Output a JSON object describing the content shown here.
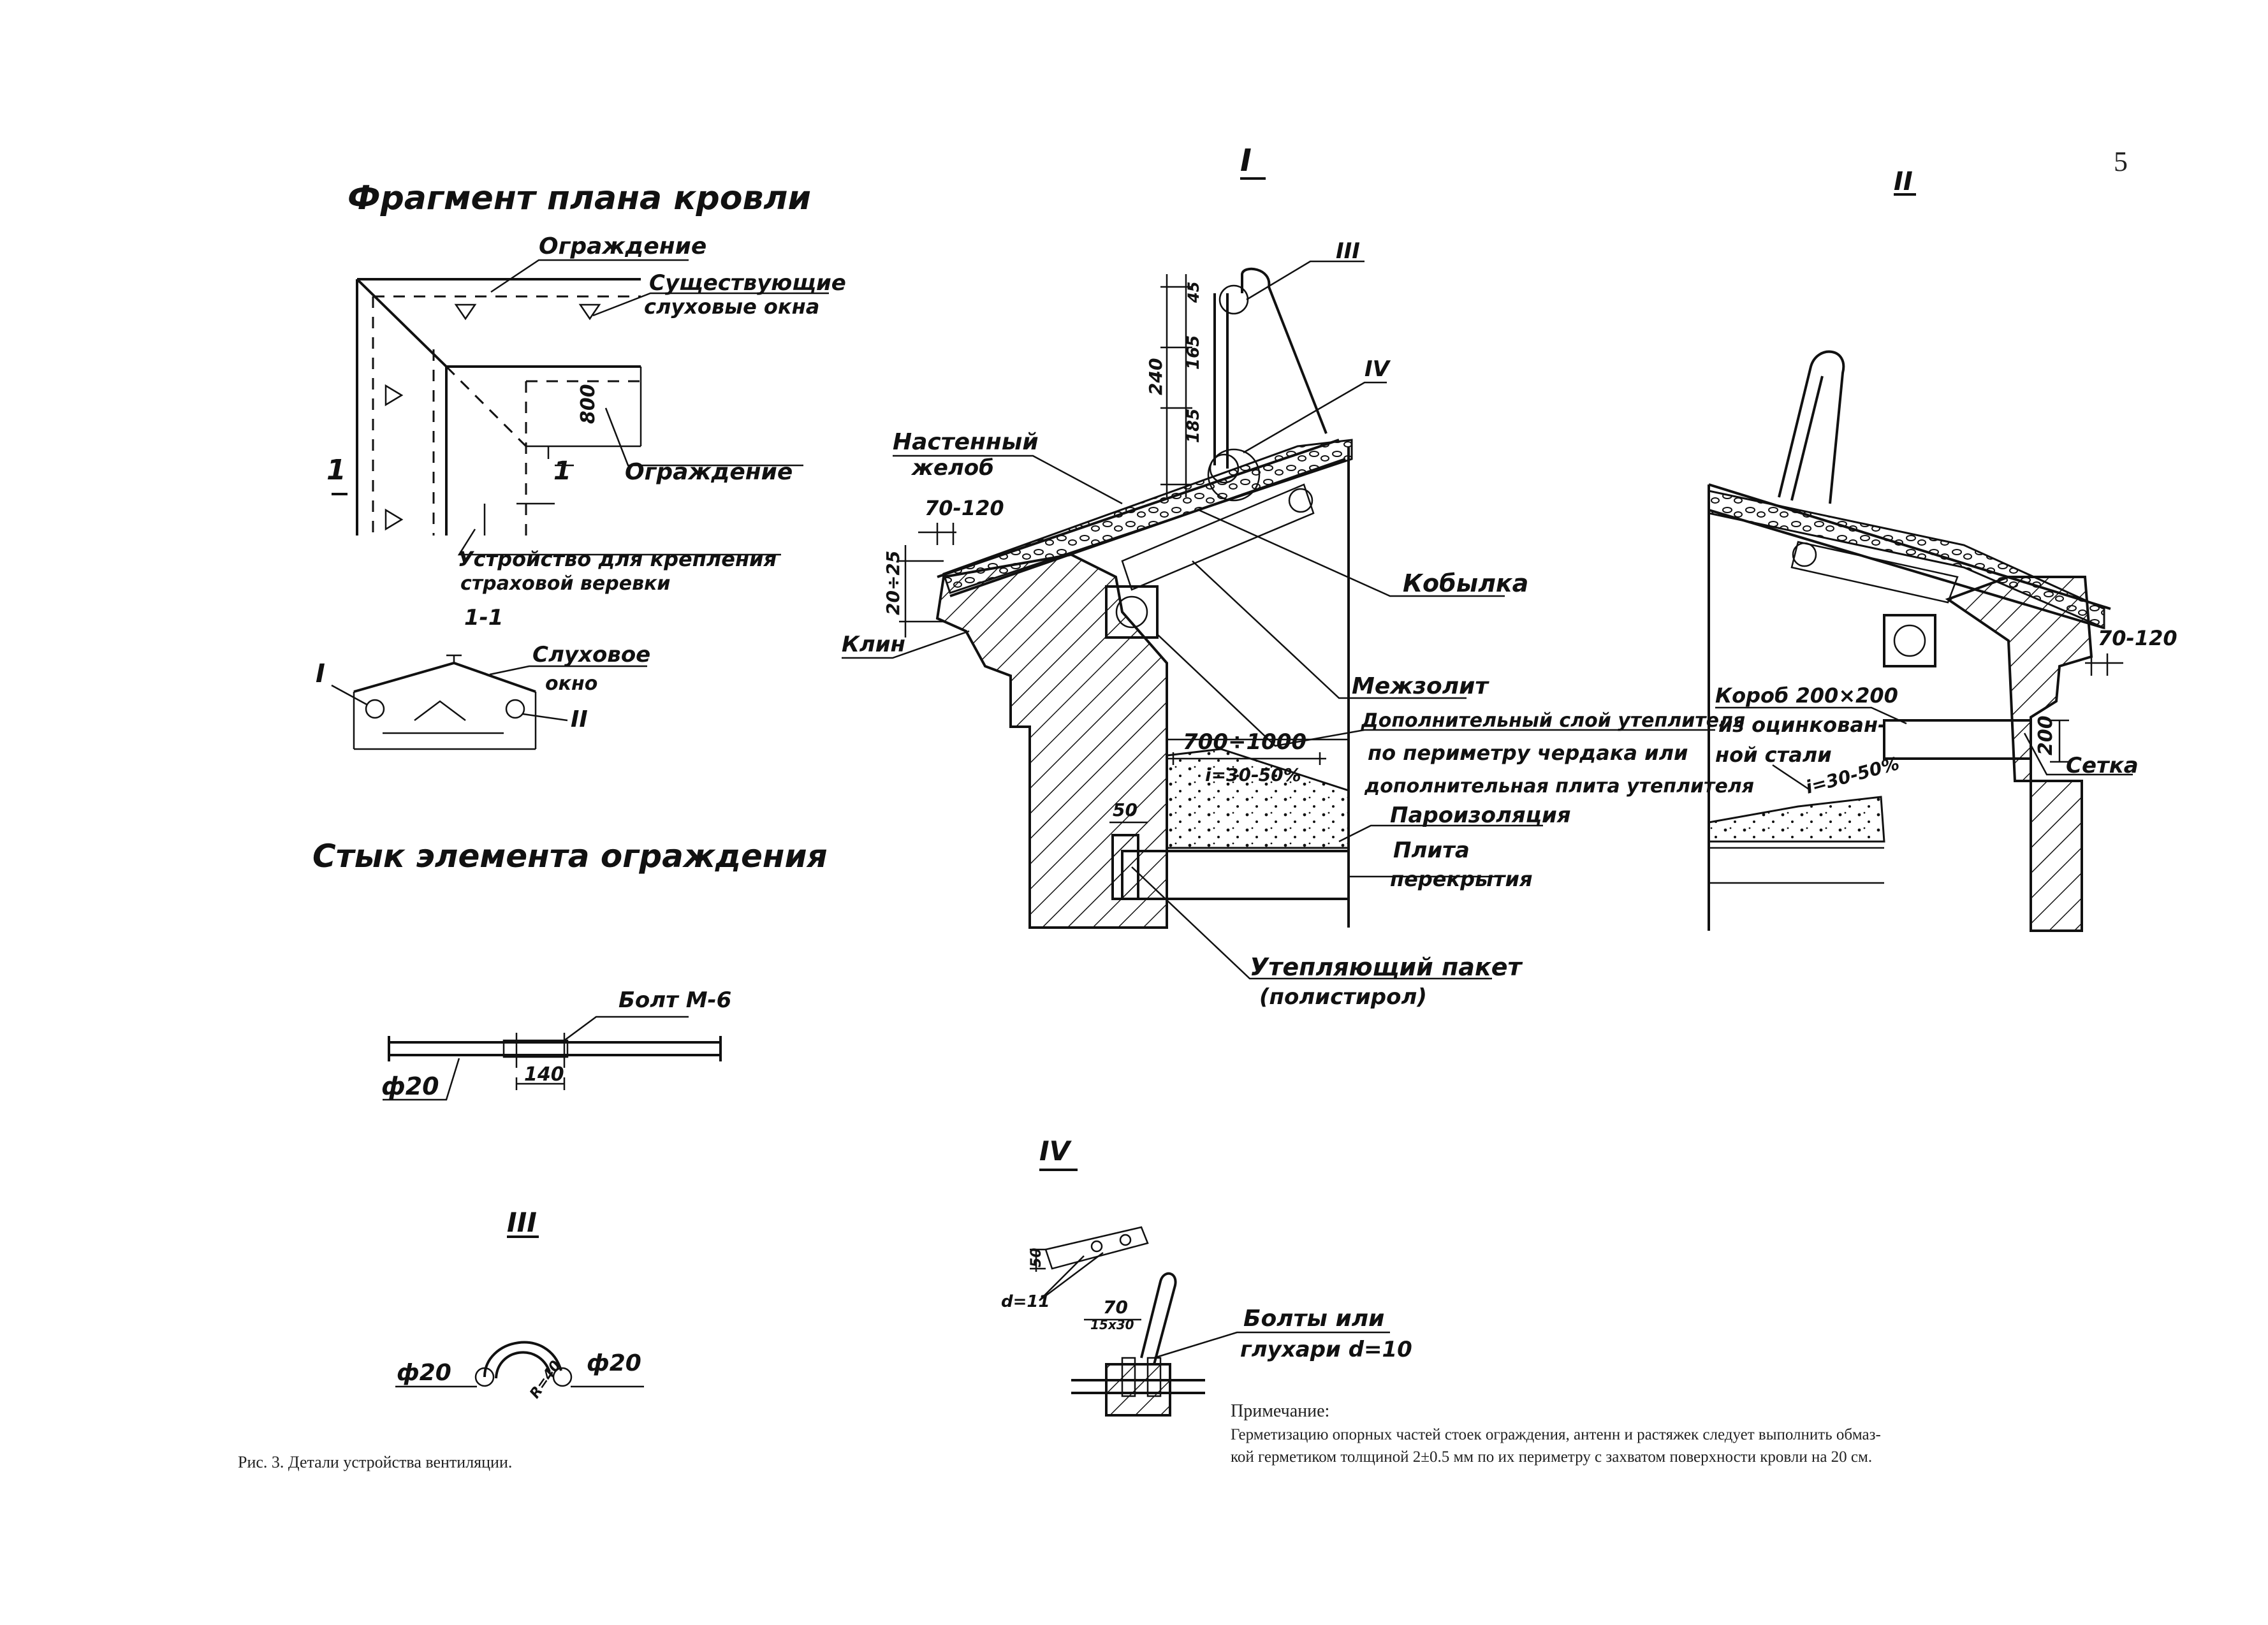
{
  "page_number": "5",
  "roof_plan": {
    "title": "Фрагмент плана кровли",
    "label_fence_top": "Ограждение",
    "label_windows_l1": "Существующие",
    "label_windows_l2": "слуховые окна",
    "dim_800": "800",
    "label_fence_right": "Ограждение",
    "section_mark_left": "1",
    "section_mark_right": "1",
    "label_device_l1": "Устройство для крепления",
    "label_device_l2": "страховой веревки"
  },
  "section_1_1": {
    "title": "1-1",
    "label_dormer_l1": "Слуховое",
    "label_dormer_l2": "окно",
    "mark_I": "I",
    "mark_II": "II"
  },
  "joint": {
    "title": "Стык элемента ограждения",
    "label_bolt": "Болт М-6",
    "dim_140": "140",
    "dia_20": "ф20"
  },
  "detail_III": {
    "title": "III",
    "dia_left": "ф20",
    "dia_right": "ф20",
    "r_label": "R=40"
  },
  "detail_I": {
    "title": "I",
    "label_gutter_l1": "Настенный",
    "label_gutter_l2": "желоб",
    "dim_70_120": "70-120",
    "dim_20_25": "20÷25",
    "dim_240": "240",
    "dim_165": "165",
    "dim_185": "185",
    "dim_45": "45",
    "mark_III": "III",
    "mark_IV": "IV",
    "label_kobylka": "Кобылка",
    "label_klin": "Клин",
    "label_keramzit": "Межзолит",
    "label_extra_l1": "Дополнительный слой утеплителя",
    "label_extra_l2": "по периметру чердака или",
    "label_extra_l3": "дополнительная плита утеплителя",
    "dim_700_1000": "700÷1000",
    "slope": "i=30-50%",
    "dim_50": "50",
    "label_vapor": "Пароизоляция",
    "label_slab_l1": "Плита",
    "label_slab_l2": "перекрытия",
    "label_pack_l1": "Утепляющий пакет",
    "label_pack_l2": "(полистирол)"
  },
  "detail_II": {
    "title": "II",
    "label_box_l1": "Короб 200×200",
    "label_box_l2": "из оцинкован-",
    "label_box_l3": "ной стали",
    "slope": "i=30-50%",
    "dim_70_120": "70-120",
    "dim_200": "200",
    "label_mesh": "Сетка"
  },
  "detail_IV": {
    "title": "IV",
    "dim_d11": "d=11",
    "dim_70": "70",
    "dim_50": "50",
    "dim_15x30": "15x30",
    "label_bolts_l1": "Болты или",
    "label_bolts_l2": "глухари d=10"
  },
  "note": {
    "title": "Примечание:",
    "line1": "Герметизацию опорных частей стоек ограждения, антенн и растяжек следует выполнить обмаз-",
    "line2": "кой герметиком толщиной 2±0.5 мм по их периметру с захватом поверхности кровли на 20 см."
  },
  "caption": "Рис. 3. Детали устройства вентиляции."
}
